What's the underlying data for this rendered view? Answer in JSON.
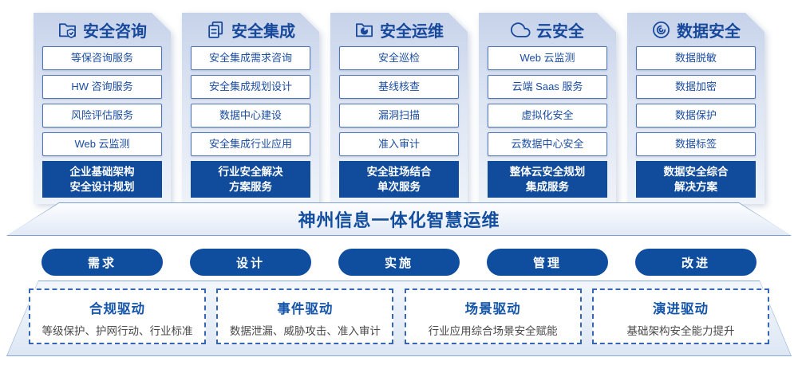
{
  "colors": {
    "primary_blue": "#114c9c",
    "pill_blue": "#0f4d9e",
    "title_blue": "#17489b",
    "item_border_blue": "#4f74b8",
    "dashed_border_blue": "#3566b5",
    "card_gradient_top": "#c7d3ea",
    "card_gradient_bottom": "#eef2f9",
    "desc_gray": "#4a4a4a"
  },
  "columns": [
    {
      "title": "安全咨询",
      "icon": "folder-shield-icon",
      "items": [
        "等保咨询服务",
        "HW 咨询服务",
        "风险评估服务",
        "Web 云监测"
      ],
      "footer": [
        "企业基础架构",
        "安全设计规划"
      ]
    },
    {
      "title": "安全集成",
      "icon": "copy-documents-icon",
      "items": [
        "安全集成需求咨询",
        "安全集成规划设计",
        "数据中心建设",
        "安全集成行业应用"
      ],
      "footer": [
        "行业安全解决",
        "方案服务"
      ]
    },
    {
      "title": "安全运维",
      "icon": "folder-pie-icon",
      "items": [
        "安全巡检",
        "基线核查",
        "漏洞扫描",
        "准入审计"
      ],
      "footer": [
        "安全驻场结合",
        "单次服务"
      ]
    },
    {
      "title": "云安全",
      "icon": "cloud-icon",
      "items": [
        "Web 云监测",
        "云端 Saas 服务",
        "虚拟化安全",
        "云数据中心安全"
      ],
      "footer": [
        "整体云安全规划",
        "集成服务"
      ]
    },
    {
      "title": "数据安全",
      "icon": "fingerprint-icon",
      "items": [
        "数据脱敏",
        "数据加密",
        "数据保护",
        "数据标签"
      ],
      "footer": [
        "数据安全综合",
        "解决方案"
      ]
    }
  ],
  "banner": {
    "title": "神州信息一体化智慧运维"
  },
  "pills": [
    "需求",
    "设计",
    "实施",
    "管理",
    "改进"
  ],
  "drivers": [
    {
      "title": "合规驱动",
      "desc": "等级保护、护网行动、行业标准"
    },
    {
      "title": "事件驱动",
      "desc": "数据泄漏、威胁攻击、准入审计"
    },
    {
      "title": "场景驱动",
      "desc": "行业应用综合场景安全赋能"
    },
    {
      "title": "演进驱动",
      "desc": "基础架构安全能力提升"
    }
  ]
}
